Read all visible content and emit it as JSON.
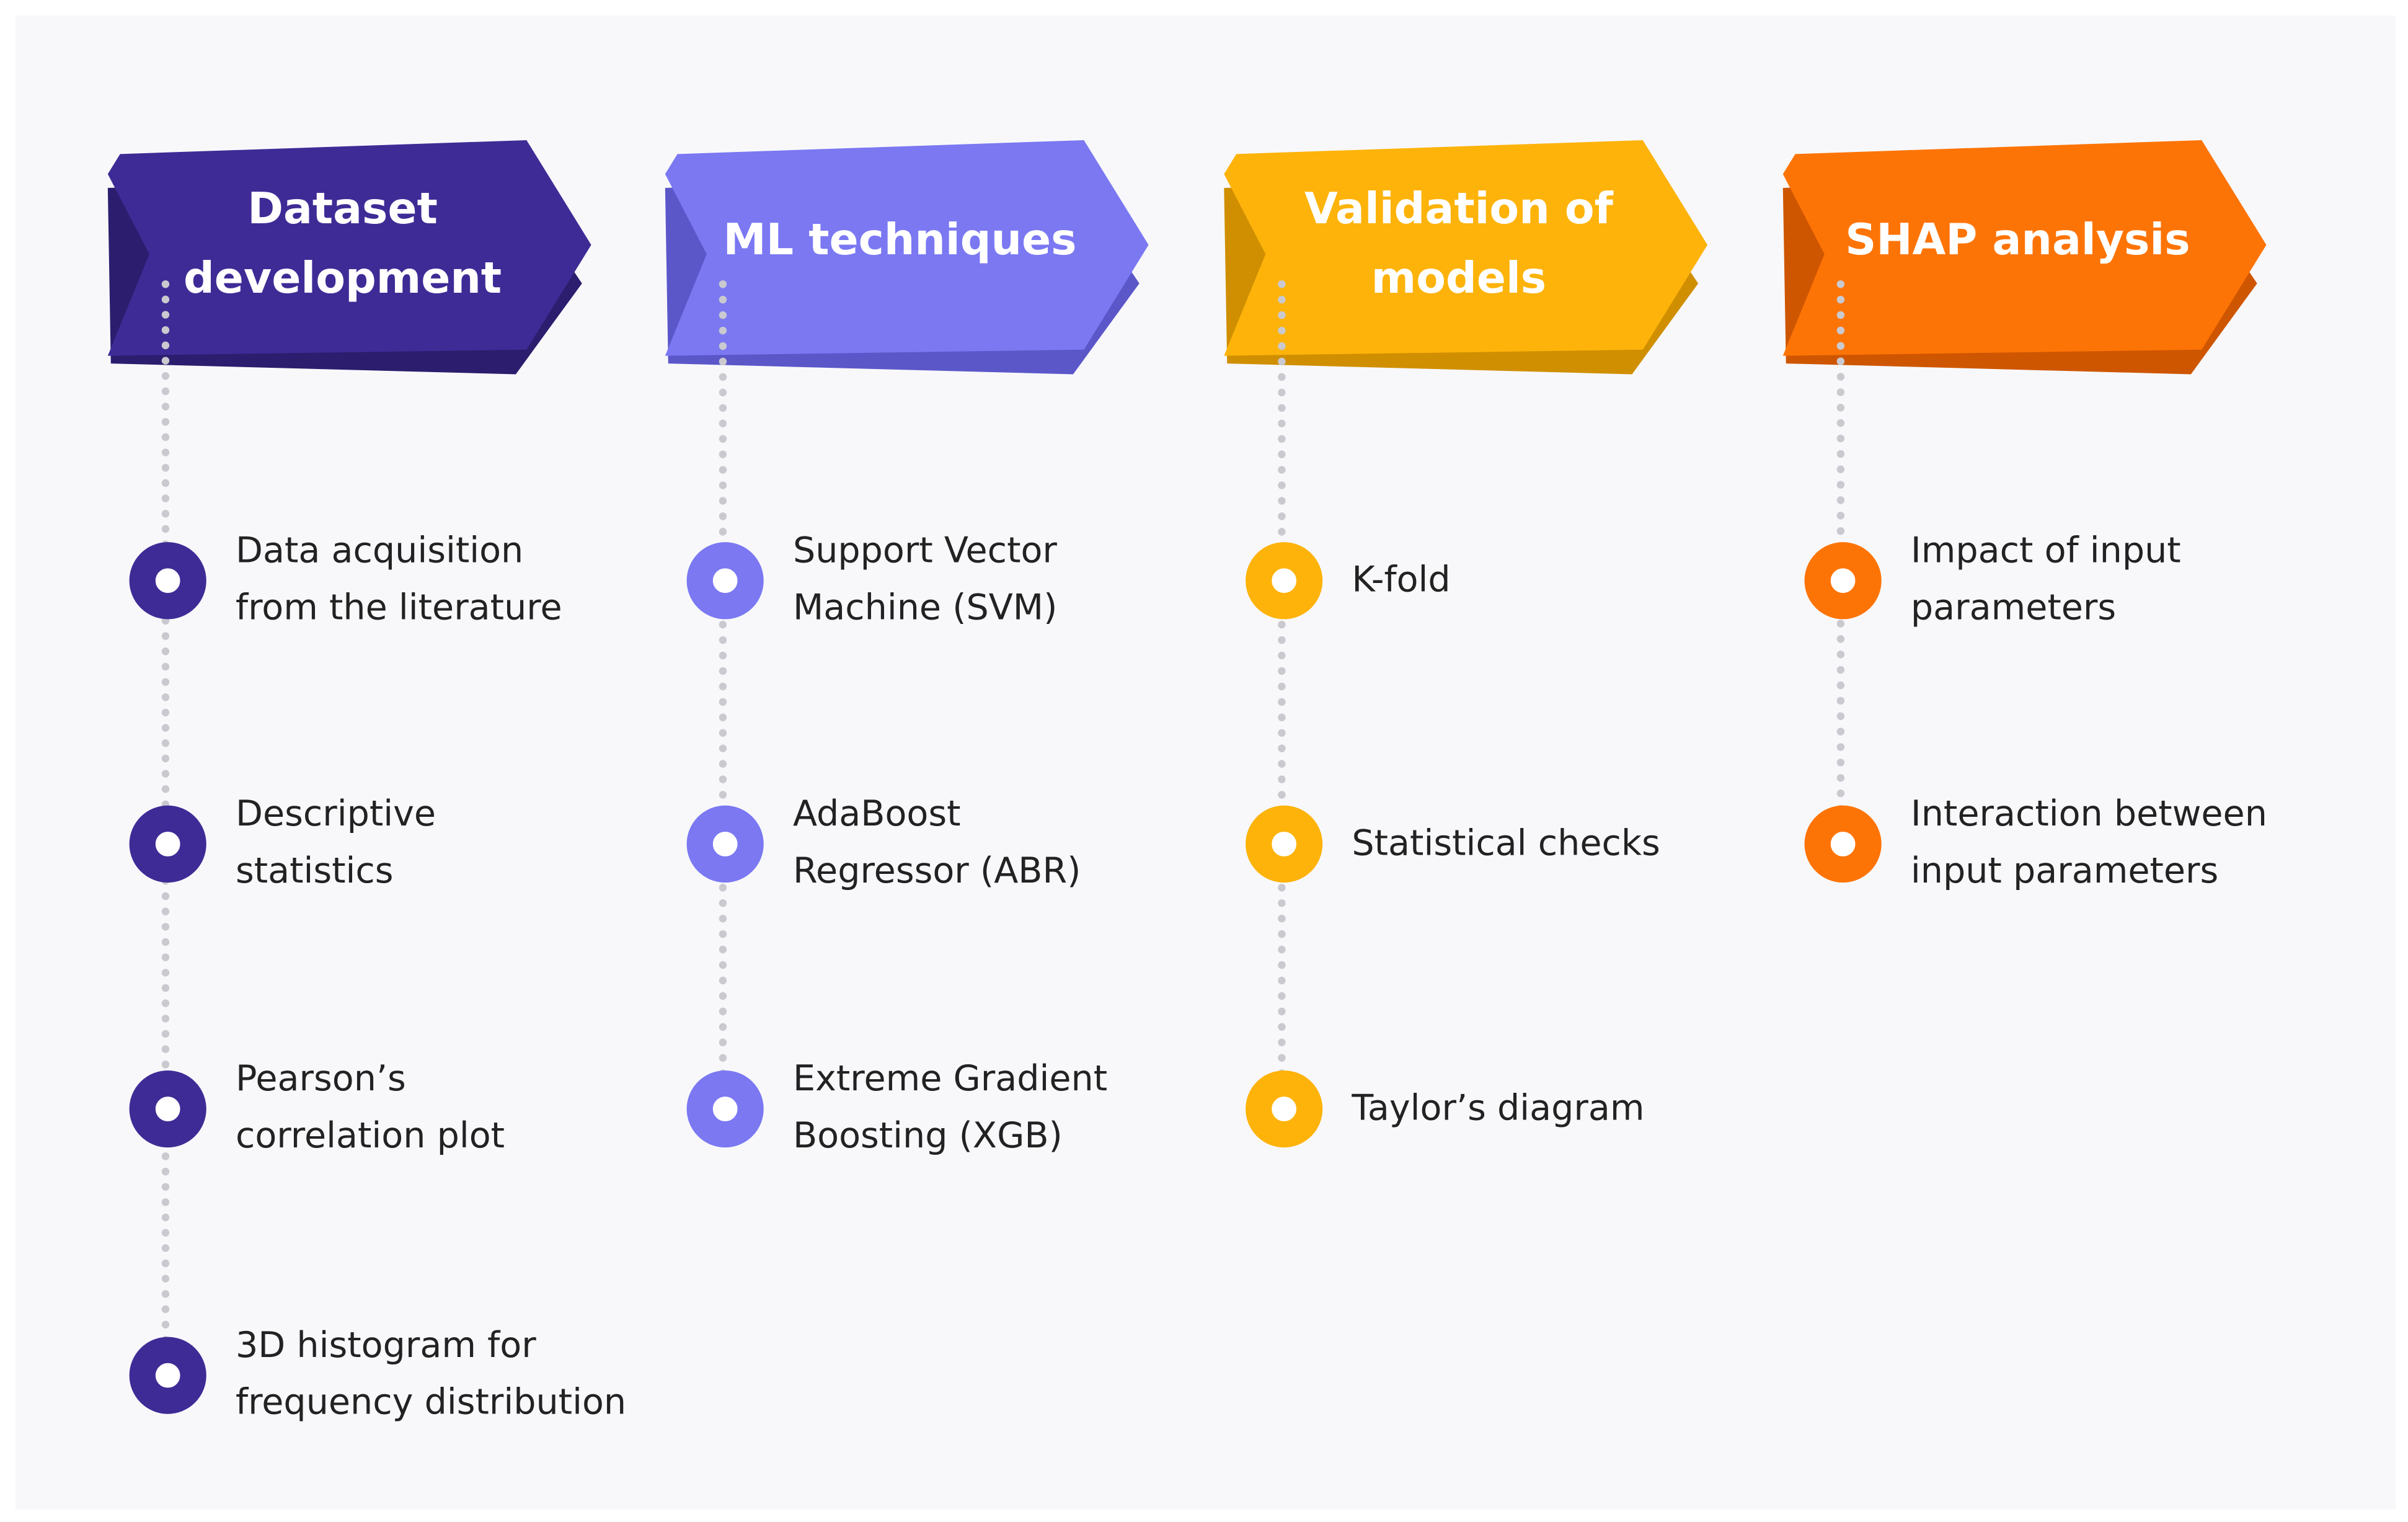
{
  "columns": [
    {
      "title": "Dataset\ndevelopment",
      "color": "#3f2b96",
      "shadow": "#2c1d6e",
      "items": [
        "Data acquisition\nfrom the literature",
        "Descriptive\nstatistics",
        "Pearson’s\ncorrelation plot",
        "3D histogram for\nfrequency distribution"
      ]
    },
    {
      "title": "ML techniques",
      "color": "#7b78f2",
      "shadow": "#5b57c9",
      "items": [
        "Support Vector\nMachine (SVM)",
        "AdaBoost\nRegressor (ABR)",
        "Extreme Gradient\nBoosting (XGB)"
      ]
    },
    {
      "title": "Validation of\nmodels",
      "color": "#fdb30a",
      "shadow": "#d08f00",
      "items": [
        "K-fold",
        "Statistical checks",
        "Taylor’s diagram"
      ]
    },
    {
      "title": "SHAP analysis",
      "color": "#fd7406",
      "shadow": "#cf5600",
      "items": [
        "Impact of input\nparameters",
        "Interaction between\ninput parameters"
      ]
    }
  ]
}
